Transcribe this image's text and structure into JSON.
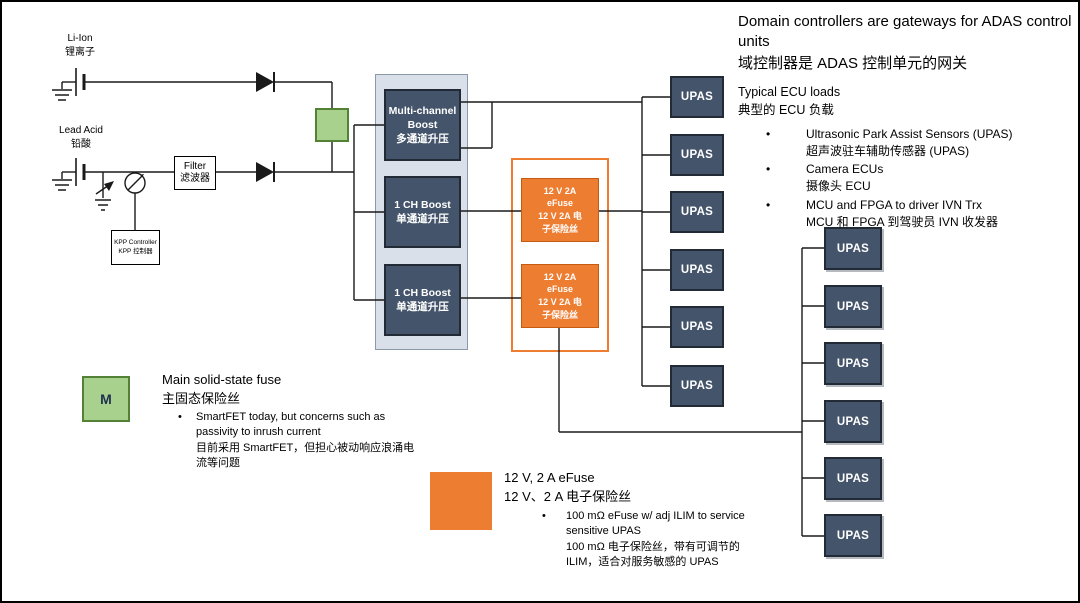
{
  "colors": {
    "dark_blue": "#44546a",
    "orange": "#ed7d31",
    "green": "#a9d18e",
    "panel_fill": "#d9e0ea"
  },
  "sources": {
    "li_ion": {
      "en": "Li-Ion",
      "zh": "锂离子"
    },
    "lead_acid": {
      "en": "Lead Acid",
      "zh": "铅酸"
    },
    "filter": {
      "en": "Filter",
      "zh": "滤波器"
    },
    "kpp": {
      "en": "KPP Controller",
      "zh": "KPP 控制器"
    }
  },
  "boost": {
    "boxes": [
      {
        "en": "Multi-channel Boost",
        "zh": "多通道升压"
      },
      {
        "en": "1 CH Boost",
        "zh": "单通道升压"
      },
      {
        "en": "1 CH Boost",
        "zh": "单通道升压"
      }
    ]
  },
  "efuse": {
    "lines": [
      "12 V 2A",
      "eFuse",
      "12 V 2A 电",
      "子保险丝"
    ]
  },
  "upas": {
    "label": "UPAS"
  },
  "notes": {
    "title_en": "Domain controllers are gateways for ADAS control units",
    "title_zh": "域控制器是 ADAS 控制单元的网关",
    "subtitle_en": "Typical ECU loads",
    "subtitle_zh": "典型的 ECU 负载",
    "bullets": [
      {
        "en": "Ultrasonic Park Assist Sensors (UPAS)",
        "zh": "超声波驻车辅助传感器 (UPAS)"
      },
      {
        "en": "Camera ECUs",
        "zh": "摄像头 ECU"
      },
      {
        "en": "MCU and FPGA to driver IVN Trx",
        "zh": "MCU 和 FPGA 到驾驶员 IVN 收发器"
      }
    ]
  },
  "legend_main_fuse": {
    "symbol": "M",
    "title_en": "Main solid-state fuse",
    "title_zh": "主固态保险丝",
    "bullet_en": "SmartFET today, but concerns such as passivity to inrush current",
    "bullet_zh": "目前采用 SmartFET，但担心被动响应浪涌电流等问题"
  },
  "legend_efuse": {
    "title_en": "12 V, 2 A eFuse",
    "title_zh": "12 V、2 A 电子保险丝",
    "bullet_en": "100 mΩ eFuse w/ adj ILIM to service sensitive UPAS",
    "bullet_zh": "100 mΩ 电子保险丝，带有可调节的 ILIM，适合对服务敏感的 UPAS"
  }
}
